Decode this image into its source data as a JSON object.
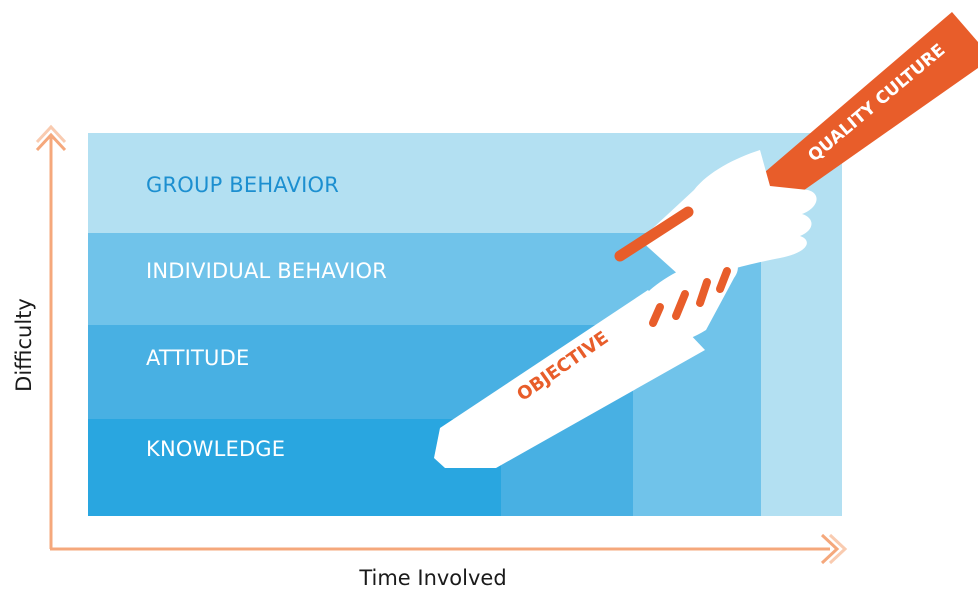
{
  "axes": {
    "x_label": "Time Involved",
    "y_label": "Difficulty"
  },
  "levels": [
    {
      "label": "GROUP BEHAVIOR"
    },
    {
      "label": "INDIVIDUAL BEHAVIOR"
    },
    {
      "label": "ATTITUDE"
    },
    {
      "label": "KNOWLEDGE"
    }
  ],
  "arm_labels": {
    "objective": "OBJECTIVE",
    "quality_culture": "QUALITY CULTURE"
  },
  "colors": {
    "band_group": "#b3e0f2",
    "band_individual": "#70c3ea",
    "band_attitude": "#48b0e3",
    "band_knowledge": "#29a6e0",
    "group_text": "#1c8fd0",
    "level_text": "#ffffff",
    "accent_orange": "#e85d2a",
    "axis_arrow": "#f5a87c"
  }
}
